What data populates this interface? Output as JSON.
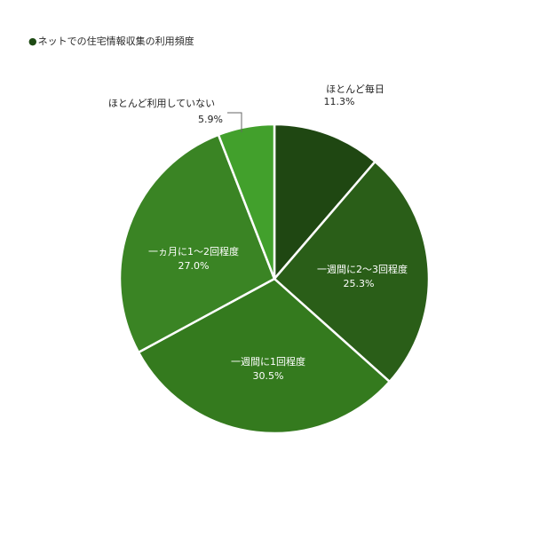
{
  "chart_data": {
    "type": "pie",
    "title": "ネットでの住宅情報収集の利用頻度",
    "slices": [
      {
        "label": "ほとんど毎日",
        "value": 11.3,
        "value_label": "11.3%",
        "color": "#1f4712"
      },
      {
        "label": "一週間に2～3回程度",
        "value": 25.3,
        "value_label": "25.3%",
        "color": "#2a5e18"
      },
      {
        "label": "一週間に1回程度",
        "value": 30.5,
        "value_label": "30.5%",
        "color": "#347a1e"
      },
      {
        "label": "一ヵ月に1～2回程度",
        "value": 27.0,
        "value_label": "27.0%",
        "color": "#3a8424"
      },
      {
        "label": "ほとんど利用していない",
        "value": 5.9,
        "value_label": "5.9%",
        "color": "#42a02c"
      }
    ],
    "start": "top",
    "direction": "clockwise",
    "legend": "none"
  }
}
